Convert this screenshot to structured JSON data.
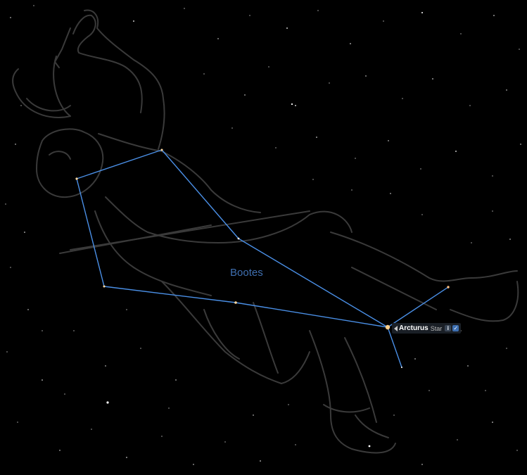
{
  "constellation": {
    "name": "Bootes",
    "line_color": "#4a8fe6",
    "label_color": "#3f6fb0",
    "artwork_color": "#3a3a3a"
  },
  "selected_object": {
    "name": "Arcturus",
    "type": "Star",
    "info_icon": "info-icon",
    "check_icon": "checkbox-checked-icon"
  },
  "colors": {
    "background": "#000000",
    "star": "#ffffff",
    "star_warm": "#ffd9a0"
  }
}
